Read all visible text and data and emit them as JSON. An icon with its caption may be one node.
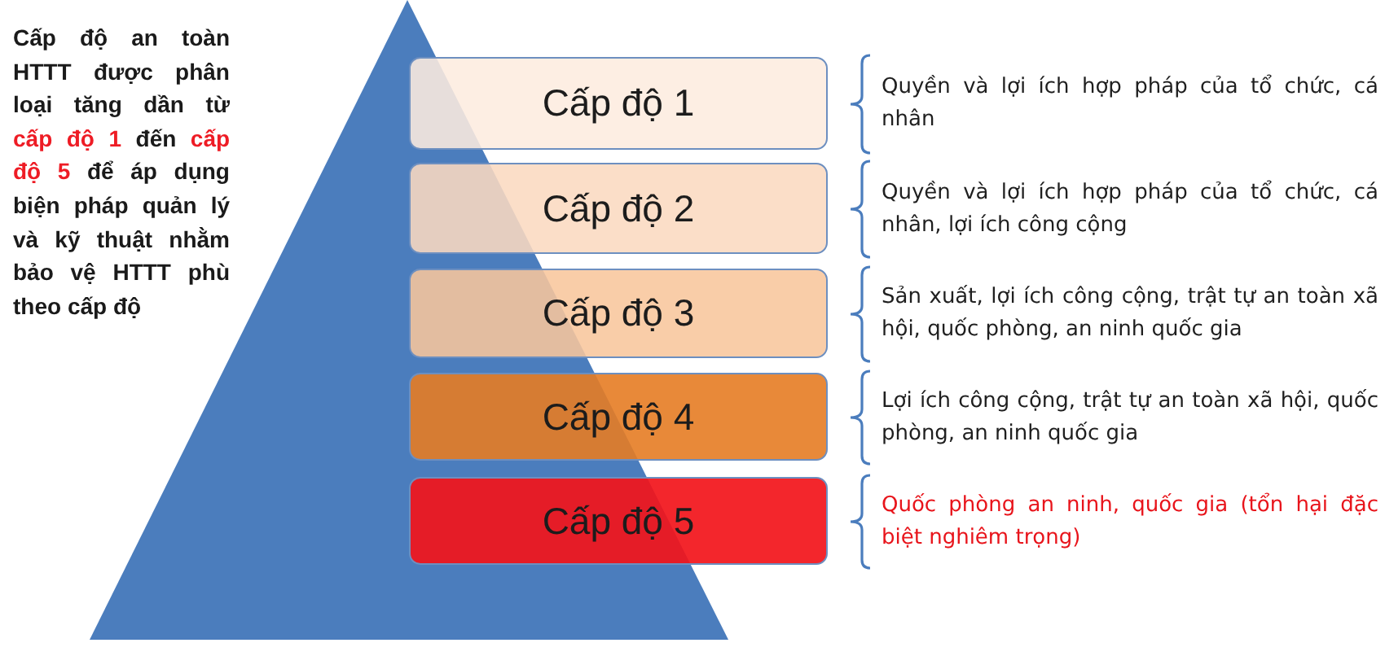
{
  "diagram": {
    "nodes": [
      {
        "text": [
          "Cấp độ 1"
        ],
        "beside": [
          "Quyền và lợi ích hợp pháp của tổ chức, cá nhân"
        ]
      },
      {
        "text": [
          "Cấp độ 2"
        ],
        "beside": [
          "Quyền và lợi ích hợp pháp của tổ chức, cá nhân, lợi ích công cộng"
        ]
      },
      {
        "text": [
          "Cấp độ 3"
        ],
        "beside": [
          "Sản xuất, lợi ích công cộng, trật tự an toàn xã hội, quốc phòng, an ninh quốc gia"
        ]
      },
      {
        "text": [
          "Cấp độ 4"
        ],
        "beside": [
          "Lợi ích công cộng, trật tự an toàn xã hội, quốc phòng, an ninh quốc gia"
        ]
      },
      {
        "text": [
          "Cấp độ 5"
        ],
        "beside": [
          "Quốc phòng an ninh, quốc gia (tổn hại đặc biệt nghiêm trọng)"
        ]
      }
    ],
    "labels": [
      "Cấp độ an toàn HTTT được phân loại tăng dần từ cấp độ 1 đến cấp độ 5 để áp dụng biện pháp quản lý và kỹ thuật nhằm bảo vệ HTTT phù theo cấp độ"
    ]
  }
}
